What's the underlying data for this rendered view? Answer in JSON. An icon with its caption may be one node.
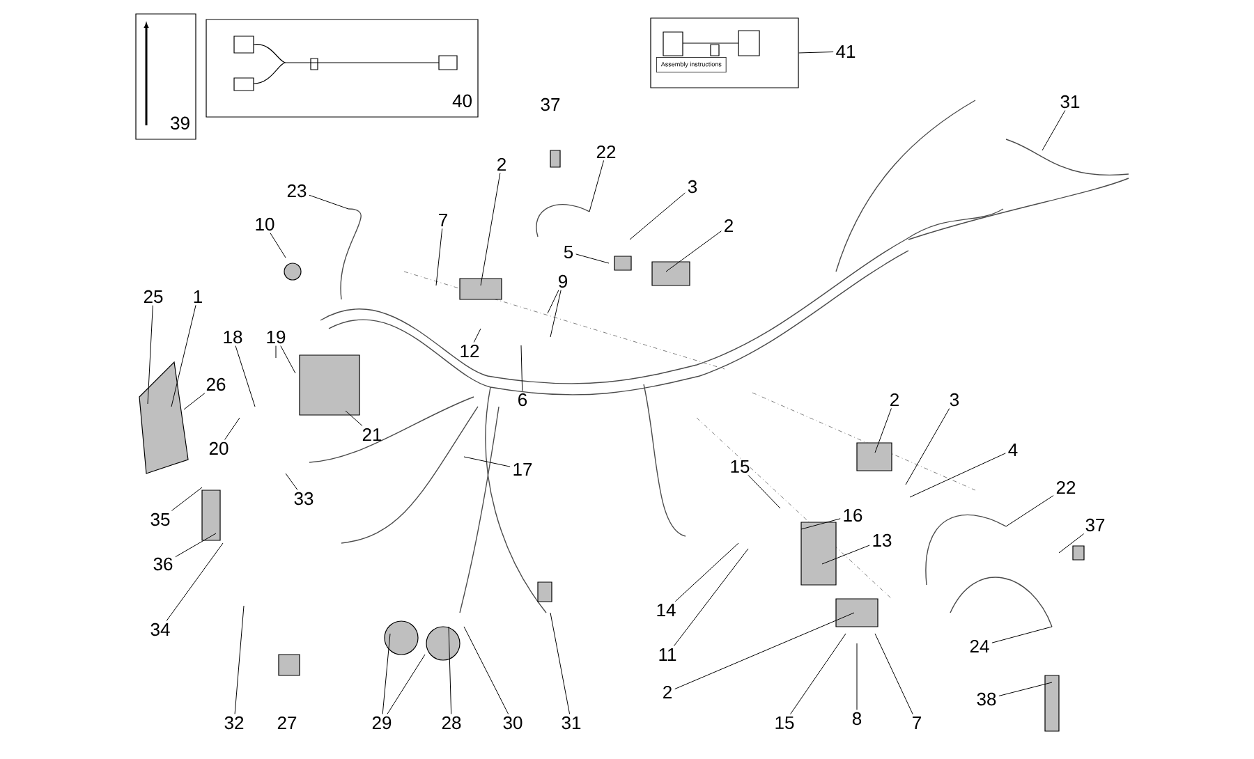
{
  "diagram": {
    "nodes": [
      {
        "text": [
          "39"
        ]
      },
      {
        "text": [
          "40"
        ]
      },
      {
        "text": [
          "Assembly instructions"
        ]
      },
      {
        "text": [
          "41"
        ]
      },
      {
        "text": [
          "37"
        ]
      },
      {
        "text": [
          "31"
        ]
      },
      {
        "text": [
          "22"
        ]
      },
      {
        "text": [
          "2"
        ]
      },
      {
        "text": [
          "3"
        ]
      },
      {
        "text": [
          "23"
        ]
      },
      {
        "text": [
          "7"
        ]
      },
      {
        "text": [
          "10"
        ]
      },
      {
        "text": [
          "2"
        ]
      },
      {
        "text": [
          "5"
        ]
      },
      {
        "text": [
          "9"
        ]
      },
      {
        "text": [
          "25"
        ]
      },
      {
        "text": [
          "1"
        ]
      },
      {
        "text": [
          "18"
        ]
      },
      {
        "text": [
          "19"
        ]
      },
      {
        "text": [
          "12"
        ]
      },
      {
        "text": [
          "26"
        ]
      },
      {
        "text": [
          "6"
        ]
      },
      {
        "text": [
          "2"
        ]
      },
      {
        "text": [
          "3"
        ]
      },
      {
        "text": [
          "21"
        ]
      },
      {
        "text": [
          "20"
        ]
      },
      {
        "text": [
          "4"
        ]
      },
      {
        "text": [
          "15"
        ]
      },
      {
        "text": [
          "17"
        ]
      },
      {
        "text": [
          "22"
        ]
      },
      {
        "text": [
          "33"
        ]
      },
      {
        "text": [
          "16"
        ]
      },
      {
        "text": [
          "35"
        ]
      },
      {
        "text": [
          "37"
        ]
      },
      {
        "text": [
          "13"
        ]
      },
      {
        "text": [
          "36"
        ]
      },
      {
        "text": [
          "14"
        ]
      },
      {
        "text": [
          "34"
        ]
      },
      {
        "text": [
          "24"
        ]
      },
      {
        "text": [
          "11"
        ]
      },
      {
        "text": [
          "2"
        ]
      },
      {
        "text": [
          "38"
        ]
      },
      {
        "text": [
          "32"
        ]
      },
      {
        "text": [
          "27"
        ]
      },
      {
        "text": [
          "29"
        ]
      },
      {
        "text": [
          "28"
        ]
      },
      {
        "text": [
          "30"
        ]
      },
      {
        "text": [
          "31"
        ]
      },
      {
        "text": [
          "15"
        ]
      },
      {
        "text": [
          "8"
        ]
      },
      {
        "text": [
          "7"
        ]
      }
    ],
    "edges": [
      {
        "from": 3,
        "to": 2,
        "arrow": "none"
      },
      {
        "from": 5,
        "to": null,
        "arrow": "none"
      },
      {
        "from": 6,
        "to": null,
        "arrow": "none"
      },
      {
        "from": 7,
        "to": null,
        "arrow": "none"
      },
      {
        "from": 8,
        "to": null,
        "arrow": "none"
      },
      {
        "from": 9,
        "to": null,
        "arrow": "none"
      },
      {
        "from": 10,
        "to": null,
        "arrow": "none"
      },
      {
        "from": 11,
        "to": null,
        "arrow": "none"
      },
      {
        "from": 12,
        "to": null,
        "arrow": "none"
      },
      {
        "from": 13,
        "to": null,
        "arrow": "none"
      },
      {
        "from": 14,
        "to": null,
        "arrow": "none"
      },
      {
        "from": 14,
        "to": null,
        "arrow": "none"
      },
      {
        "from": 15,
        "to": null,
        "arrow": "none"
      },
      {
        "from": 16,
        "to": null,
        "arrow": "none"
      },
      {
        "from": 17,
        "to": null,
        "arrow": "none"
      },
      {
        "from": 18,
        "to": null,
        "arrow": "none"
      },
      {
        "from": 18,
        "to": null,
        "arrow": "none"
      },
      {
        "from": 19,
        "to": null,
        "arrow": "none"
      },
      {
        "from": 20,
        "to": null,
        "arrow": "none"
      },
      {
        "from": 21,
        "to": null,
        "arrow": "none"
      },
      {
        "from": 22,
        "to": null,
        "arrow": "none"
      },
      {
        "from": 23,
        "to": null,
        "arrow": "none"
      },
      {
        "from": 24,
        "to": null,
        "arrow": "none"
      },
      {
        "from": 25,
        "to": null,
        "arrow": "none"
      },
      {
        "from": 26,
        "to": null,
        "arrow": "none"
      },
      {
        "from": 27,
        "to": null,
        "arrow": "none"
      },
      {
        "from": 28,
        "to": null,
        "arrow": "none"
      },
      {
        "from": 29,
        "to": null,
        "arrow": "none"
      },
      {
        "from": 30,
        "to": null,
        "arrow": "none"
      },
      {
        "from": 31,
        "to": null,
        "arrow": "none"
      },
      {
        "from": 32,
        "to": null,
        "arrow": "none"
      },
      {
        "from": 33,
        "to": null,
        "arrow": "none"
      },
      {
        "from": 34,
        "to": null,
        "arrow": "none"
      },
      {
        "from": 35,
        "to": null,
        "arrow": "none"
      },
      {
        "from": 36,
        "to": null,
        "arrow": "none"
      },
      {
        "from": 37,
        "to": null,
        "arrow": "none"
      },
      {
        "from": 38,
        "to": null,
        "arrow": "none"
      },
      {
        "from": 39,
        "to": null,
        "arrow": "none"
      },
      {
        "from": 40,
        "to": null,
        "arrow": "none"
      },
      {
        "from": 41,
        "to": null,
        "arrow": "none"
      },
      {
        "from": 42,
        "to": null,
        "arrow": "none"
      },
      {
        "from": 44,
        "to": null,
        "arrow": "none"
      },
      {
        "from": 44,
        "to": null,
        "arrow": "none"
      },
      {
        "from": 45,
        "to": null,
        "arrow": "none"
      },
      {
        "from": 46,
        "to": null,
        "arrow": "none"
      },
      {
        "from": 47,
        "to": null,
        "arrow": "none"
      },
      {
        "from": 48,
        "to": null,
        "arrow": "none"
      },
      {
        "from": 49,
        "to": null,
        "arrow": "none"
      },
      {
        "from": 50,
        "to": null,
        "arrow": "none"
      }
    ]
  }
}
